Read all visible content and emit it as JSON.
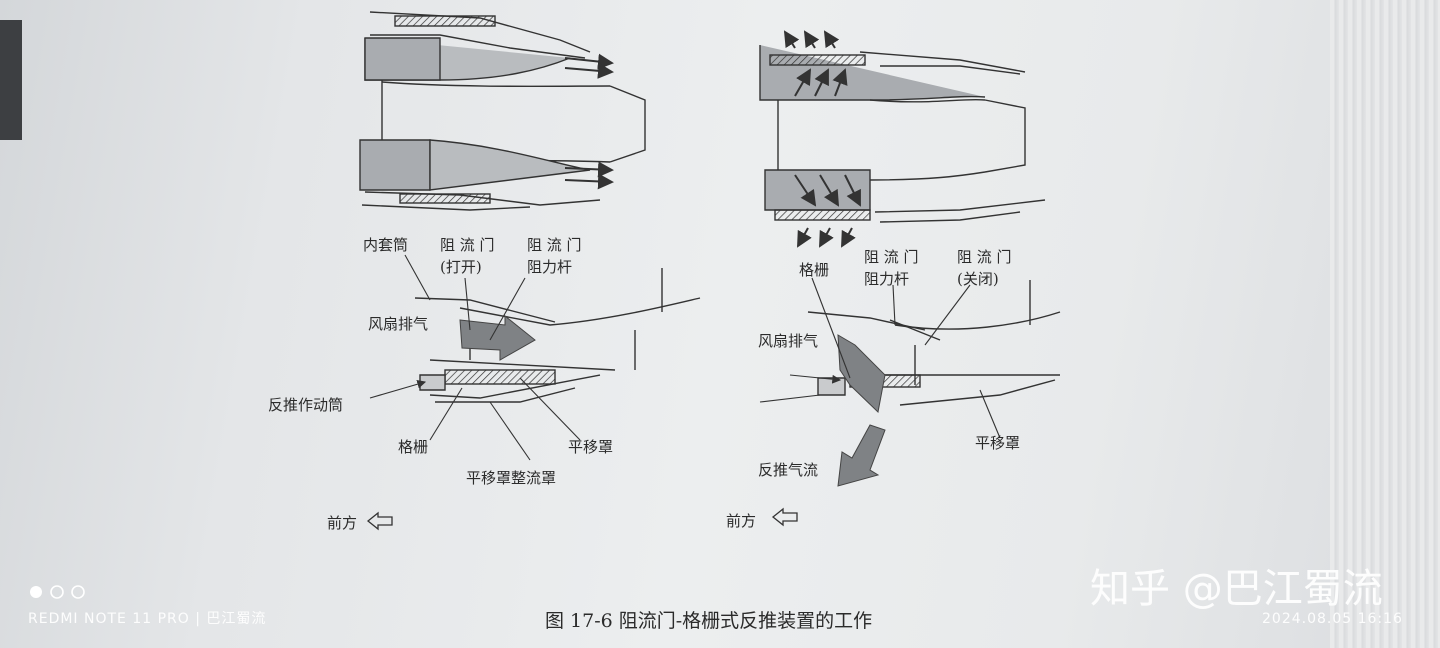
{
  "diagram": {
    "left_labels": {
      "inner_sleeve": "内套筒",
      "blocker_door_open_1": "阻 流 门",
      "blocker_door_open_2": "(打开)",
      "blocker_door_rod_1": "阻 流 门",
      "blocker_door_rod_2": "阻力杆",
      "fan_exhaust": "风扇排气",
      "actuator": "反推作动筒",
      "cascade": "格栅",
      "translating_cowl": "平移罩",
      "translating_cowl_fairing": "平移罩整流罩",
      "forward": "前方"
    },
    "right_labels": {
      "cascade": "格栅",
      "blocker_door_rod_1": "阻 流 门",
      "blocker_door_rod_2": "阻力杆",
      "blocker_door_closed_1": "阻 流 门",
      "blocker_door_closed_2": "(关闭)",
      "fan_exhaust": "风扇排气",
      "translating_cowl": "平移罩",
      "reverse_flow": "反推气流",
      "forward": "前方"
    },
    "caption": "图 17-6  阻流门-格栅式反推装置的工作"
  },
  "watermark": {
    "brand": "知乎 @巴江蜀流",
    "device": "REDMI NOTE 11 PRO | 巴江蜀流",
    "timestamp": "2024.08.05  16:16"
  }
}
